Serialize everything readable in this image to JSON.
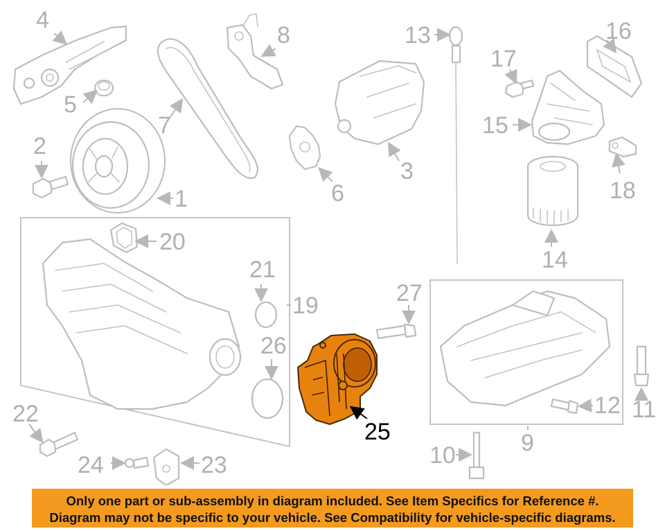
{
  "diagram": {
    "callouts": {
      "c1": "1",
      "c2": "2",
      "c3": "3",
      "c4": "4",
      "c5": "5",
      "c6": "6",
      "c7": "7",
      "c8": "8",
      "c9": "9",
      "c10": "10",
      "c11": "11",
      "c12": "12",
      "c13": "13",
      "c14": "14",
      "c15": "15",
      "c16": "16",
      "c17": "17",
      "c18": "18",
      "c19": "19",
      "c20": "20",
      "c21": "21",
      "c22": "22",
      "c23": "23",
      "c24": "24",
      "c25": "25",
      "c26": "26",
      "c27": "27"
    },
    "highlighted_part": "25",
    "colors": {
      "highlight": "#e8820e",
      "line_art": "#bdbdbd",
      "banner": "#f39a1f"
    }
  },
  "notice": {
    "line1": "Only one part or sub-assembly in diagram included. See Item Specifics for Reference #.",
    "line2": "Diagram may not be specific to your vehicle. See Compatibility for vehicle-specific diagrams."
  }
}
